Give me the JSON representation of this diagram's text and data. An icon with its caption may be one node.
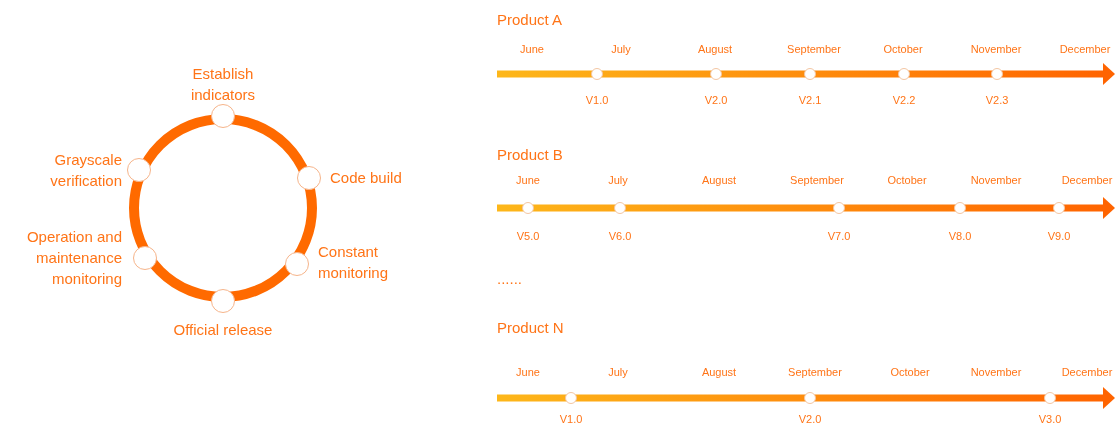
{
  "diagram": {
    "nodes": [
      {
        "text": [
          "Establish indicators"
        ]
      },
      {
        "text": [
          "Code build"
        ]
      },
      {
        "text": [
          "Constant monitoring"
        ]
      },
      {
        "text": [
          "Official release"
        ]
      },
      {
        "text": [
          "Operation and maintenance monitoring"
        ]
      },
      {
        "text": [
          "Grayscale verification"
        ]
      }
    ],
    "labels": [
      "Product A",
      "June",
      "July",
      "August",
      "September",
      "October",
      "November",
      "December",
      "V1.0",
      "V2.0",
      "V2.1",
      "V2.2",
      "V2.3",
      "Product B",
      "June",
      "July",
      "August",
      "September",
      "October",
      "November",
      "December",
      "V5.0",
      "V6.0",
      "V7.0",
      "V8.0",
      "V9.0",
      "......",
      "Product N",
      "June",
      "July",
      "August",
      "September",
      "October",
      "November",
      "December",
      "V1.0",
      "V2.0",
      "V3.0"
    ]
  }
}
